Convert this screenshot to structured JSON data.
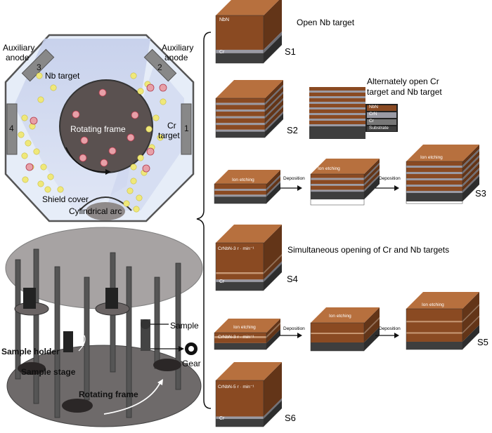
{
  "chamber": {
    "aux_anode_left": [
      "Auxiliary",
      "anode"
    ],
    "aux_anode_right": [
      "Auxiliary",
      "anode"
    ],
    "num_3": "3",
    "num_2": "2",
    "num_4": "4",
    "num_1": "1",
    "nb_target": "Nb target",
    "cr_target": [
      "Cr",
      "target"
    ],
    "rotating_frame": "Rotating frame",
    "shield_cover": "Shield cover",
    "cylindrical_arc": "Cylindrical arc"
  },
  "assembly": {
    "sample_holder": "Sample holder",
    "sample_stage": "Sample stage",
    "rotating_frame": "Rotating frame",
    "sample": "Sample",
    "gear": "Gear"
  },
  "schemes": {
    "s1": {
      "id": "S1",
      "desc": "Open Nb target",
      "top_label": "NbN",
      "bottom_label": "Cr"
    },
    "s2": {
      "id": "S2",
      "desc": [
        "Alternately open Cr",
        "target and Nb target"
      ],
      "legend": [
        "NbN",
        "CrN",
        "Cr",
        "Substrate"
      ]
    },
    "s3": {
      "id": "S3",
      "ion_etching": "Ion etching",
      "deposition": "Deposition"
    },
    "s4": {
      "id": "S4",
      "desc": "Simultaneous opening of Cr and Nb targets",
      "top_label": "CrNbN-3 r · min⁻¹",
      "bottom_label": "Cr"
    },
    "s5": {
      "id": "S5",
      "ion_etching": "Ion etching",
      "deposition": "Deposition",
      "first_label": "CrNbN-3 r · min⁻¹"
    },
    "s6": {
      "id": "S6",
      "top_label": "CrNbN-5 r · min⁻¹",
      "bottom_label": "Cr"
    }
  },
  "colors": {
    "brown": "#8a4a22",
    "brown_top": "#b7703e",
    "brown_side": "#5e3115",
    "dark": "#3e3e3e",
    "gray_layer": "#9a9aa4",
    "chamber_blue": "#cfd8ee"
  }
}
